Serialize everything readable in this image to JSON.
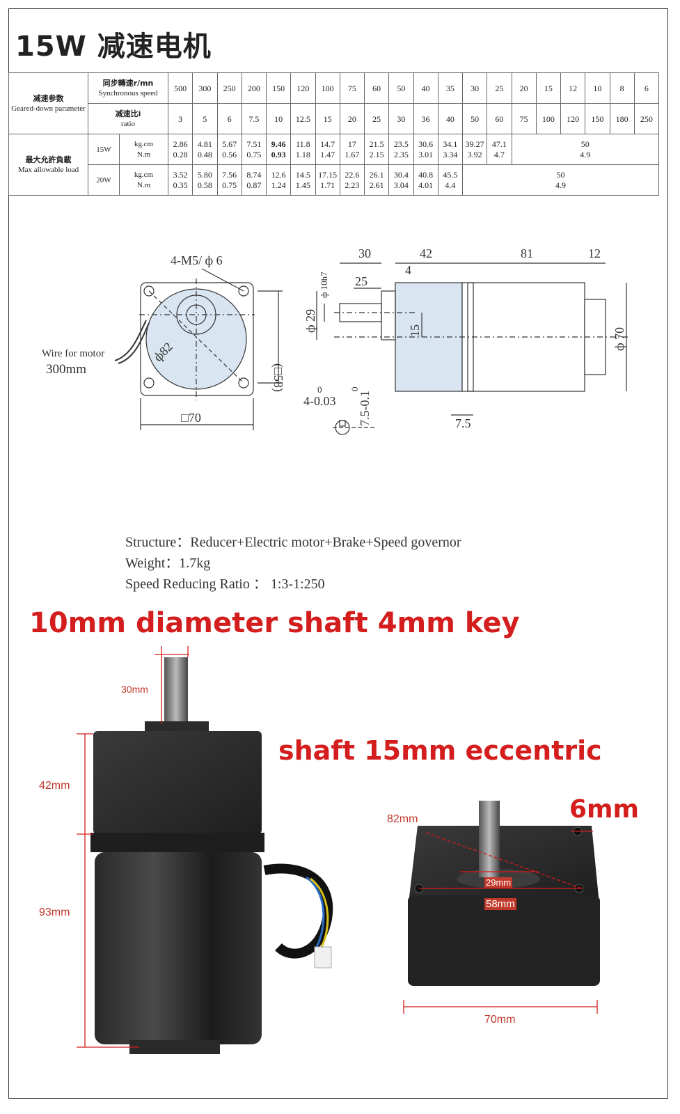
{
  "title": "15W 减速电机",
  "table": {
    "param_cn": "减速参数",
    "param_en": "Geared-down parameter",
    "speed_cn": "同步轉速r/mn",
    "speed_en": "Synchronous speed",
    "ratio_cn": "减速比i",
    "ratio_en": "ratio",
    "load_cn": "最大允許負載",
    "load_en": "Max allowable load",
    "unit_kg": "kg.cm",
    "unit_nm": "N.m",
    "power_15": "15W",
    "power_20": "20W",
    "speeds": [
      "500",
      "300",
      "250",
      "200",
      "150",
      "120",
      "100",
      "75",
      "60",
      "50",
      "40",
      "35",
      "30",
      "25",
      "20",
      "15",
      "12",
      "10",
      "8",
      "6"
    ],
    "ratios": [
      "3",
      "5",
      "6",
      "7.5",
      "10",
      "12.5",
      "15",
      "20",
      "25",
      "30",
      "36",
      "40",
      "50",
      "60",
      "75",
      "100",
      "120",
      "150",
      "180",
      "250"
    ],
    "w15_kg": [
      "2.86",
      "4.81",
      "5.67",
      "7.51",
      "9.46",
      "11.8",
      "14.7",
      "17",
      "21.5",
      "23.5",
      "30.6",
      "34.1",
      "39.27",
      "47.1"
    ],
    "w15_nm": [
      "0.28",
      "0.48",
      "0.56",
      "0.75",
      "0.93",
      "1.18",
      "1.47",
      "1.67",
      "2.15",
      "2.35",
      "3.01",
      "3.34",
      "3.92",
      "4.7"
    ],
    "w15_rest_kg": "50",
    "w15_rest_nm": "4.9",
    "w20_kg": [
      "3.52",
      "5.80",
      "7.56",
      "8.74",
      "12.6",
      "14.5",
      "17.15",
      "22.6",
      "26.1",
      "30.4",
      "40.8",
      "45.5"
    ],
    "w20_nm": [
      "0.35",
      "0.58",
      "0.75",
      "0.87",
      "1.24",
      "1.45",
      "1.71",
      "2.23",
      "2.61",
      "3.04",
      "4.01",
      "4.4"
    ],
    "w20_rest_kg": "50",
    "w20_rest_nm": "4.9"
  },
  "drawing": {
    "holes": "4-M5/ ф 6",
    "wire_label": "Wire for motor",
    "wire_len": "300mm",
    "pcd": "ф82",
    "square_inner": "(□58)",
    "square_outer": "□70",
    "d30": "30",
    "d42": "42",
    "d81": "81",
    "d12": "12",
    "d4": "4",
    "d25": "25",
    "shaft_dia": "ф 10h7",
    "boss_dia": "ф 29",
    "ecc": "15",
    "body_dia": "ф 70",
    "flange": "7.5",
    "key_w": "4-0.03",
    "key_w_tol": "0",
    "key_d": "7.5-0.1",
    "key_d_tol": "0"
  },
  "specs": {
    "structure": "Structure：Reducer+Electric motor+Brake+Speed governor",
    "weight": "Weight：1.7kg",
    "ratio": "Speed Reducing Ratio ： 1:3-1:250"
  },
  "photo": {
    "headline": "10mm diameter  shaft 4mm key",
    "shaft_len": "30mm",
    "gear_h": "42mm",
    "motor_h": "93mm",
    "eccentric": "shaft 15mm eccentric",
    "pcd": "82mm",
    "hole": "6mm",
    "boss": "29mm",
    "inner": "58mm",
    "width": "70mm"
  }
}
